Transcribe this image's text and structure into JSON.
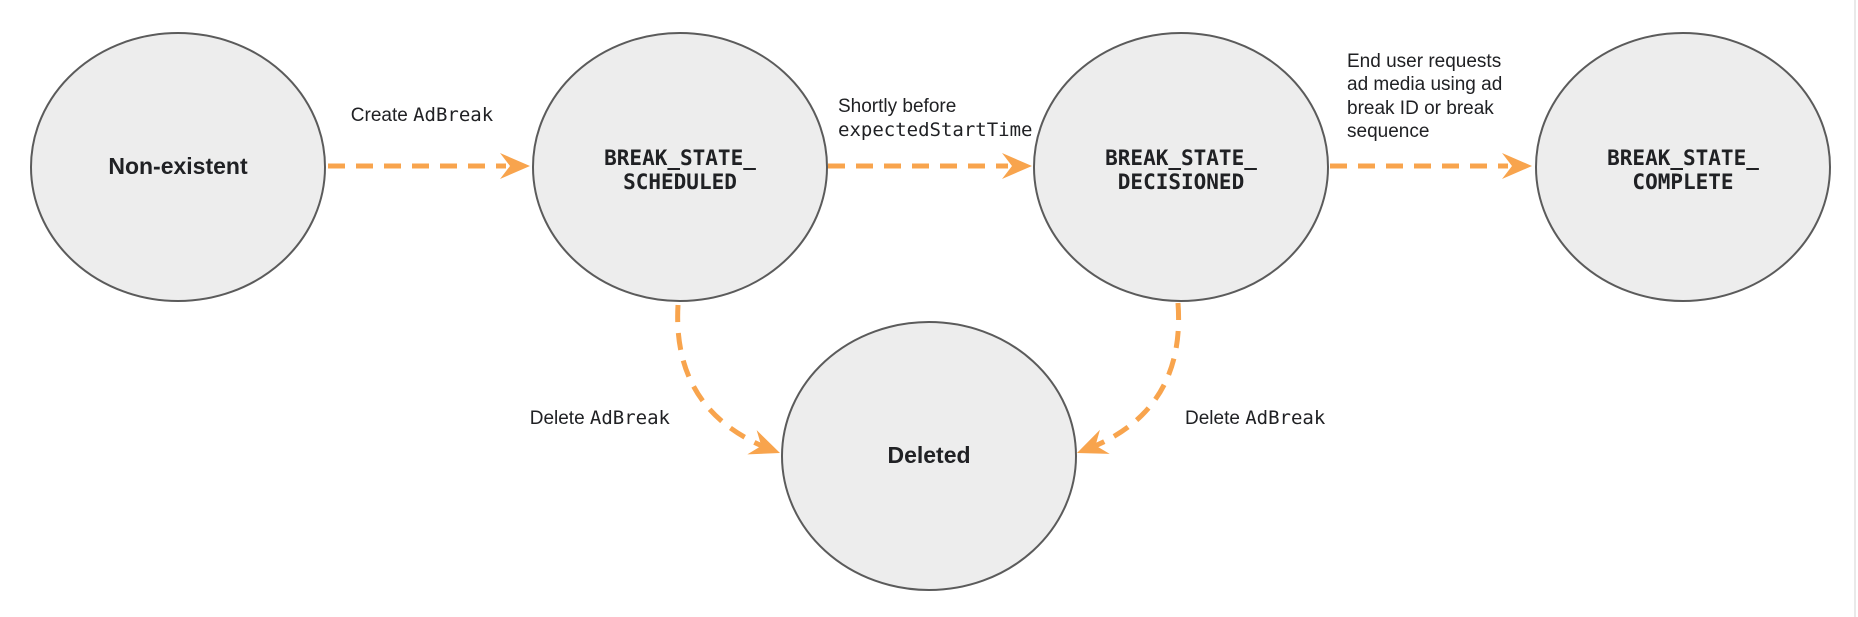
{
  "diagram": {
    "type": "state-diagram",
    "colors": {
      "arrow": "#F8A44D",
      "node_fill": "#EDEDED",
      "node_border": "#5B5B5B",
      "text": "#202124",
      "page_edge": "#E9E9E9"
    },
    "nodes": [
      {
        "id": "non-existent",
        "label": "Non-existent"
      },
      {
        "id": "break-state-scheduled",
        "label_line1": "BREAK_STATE_",
        "label_line2": "SCHEDULED"
      },
      {
        "id": "break-state-decisioned",
        "label_line1": "BREAK_STATE_",
        "label_line2": "DECISIONED"
      },
      {
        "id": "break-state-complete",
        "label_line1": "BREAK_STATE_",
        "label_line2": "COMPLETE"
      },
      {
        "id": "deleted",
        "label": "Deleted"
      }
    ],
    "edges": [
      {
        "from": "non-existent",
        "to": "break-state-scheduled",
        "label": {
          "prefix": "Create ",
          "code": "AdBreak"
        }
      },
      {
        "from": "break-state-scheduled",
        "to": "break-state-decisioned",
        "label": {
          "line1": "Shortly before",
          "line2_code": "expectedStartTime"
        }
      },
      {
        "from": "break-state-decisioned",
        "to": "break-state-complete",
        "label_lines": [
          "End user requests",
          "ad media using ad",
          "break ID or break",
          "sequence"
        ]
      },
      {
        "from": "break-state-scheduled",
        "to": "deleted",
        "label": {
          "prefix": "Delete ",
          "code": "AdBreak"
        }
      },
      {
        "from": "break-state-decisioned",
        "to": "deleted",
        "label": {
          "prefix": "Delete ",
          "code": "AdBreak"
        }
      }
    ]
  }
}
